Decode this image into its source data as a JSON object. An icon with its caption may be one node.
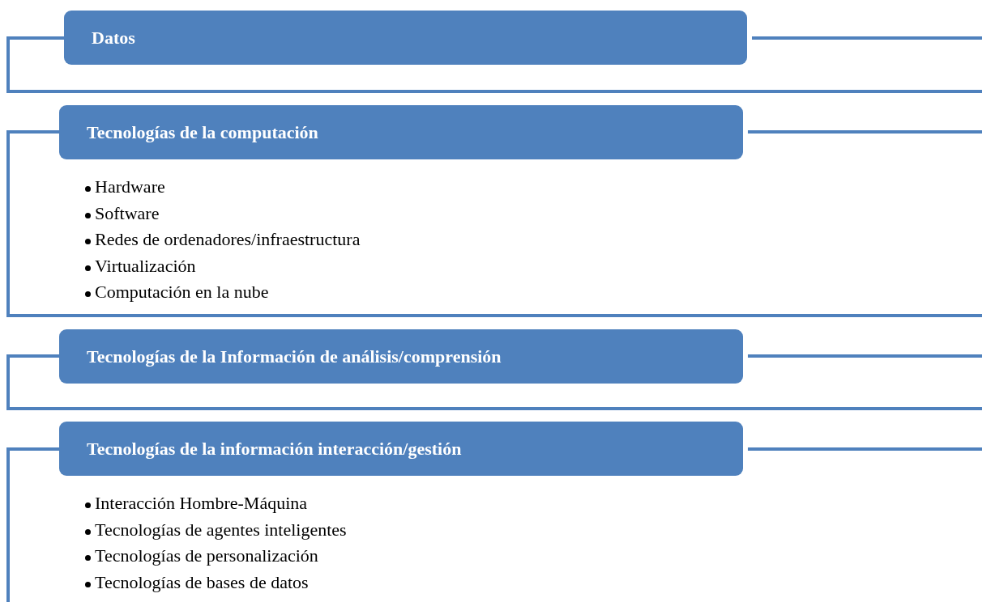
{
  "diagram": {
    "nodes": [
      {
        "text": [
          "Datos"
        ]
      },
      {
        "text": [
          "Tecnologías de la computación"
        ],
        "beside": [
          "Hardware",
          "Software",
          "Redes de ordenadores/infraestructura",
          "Virtualización",
          "Computación en la nube"
        ]
      },
      {
        "text": [
          "Tecnologías de la Información de análisis/comprensión"
        ]
      },
      {
        "text": [
          "Tecnologías de la información interacción/gestión"
        ],
        "beside": [
          "Interacción Hombre-Máquina",
          "Tecnologías de agentes inteligentes",
          "Tecnologías de personalización",
          "Tecnologías de bases de datos"
        ]
      }
    ]
  }
}
